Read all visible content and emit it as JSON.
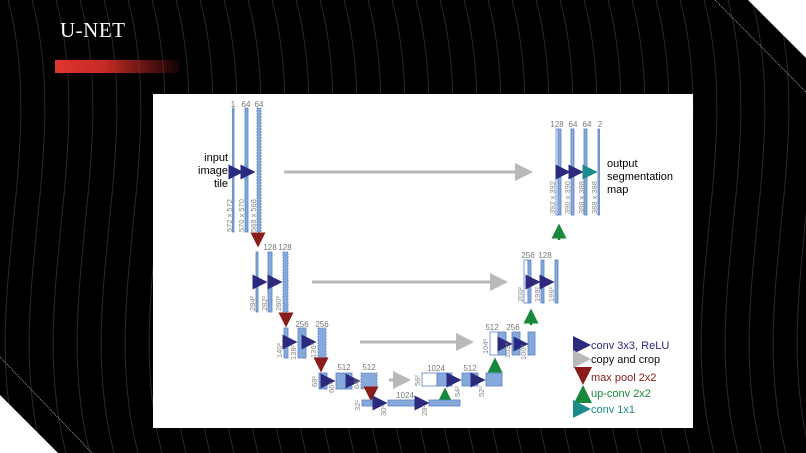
{
  "slide": {
    "title": "U-NET",
    "accent_color": "#e0352e"
  },
  "diagram": {
    "input_label": [
      "input",
      "image",
      "tile"
    ],
    "output_label": [
      "output",
      "segmentation",
      "map"
    ],
    "encoder": [
      {
        "channels": [
          "1",
          "64",
          "64"
        ],
        "sizes": [
          "572 x 572",
          "570 x 570",
          "568 x 568"
        ]
      },
      {
        "channels": [
          "128",
          "128"
        ],
        "sizes": [
          "284²",
          "282²",
          "280²"
        ]
      },
      {
        "channels": [
          "256",
          "256"
        ],
        "sizes": [
          "140²",
          "138²",
          "136²"
        ]
      },
      {
        "channels": [
          "512",
          "512"
        ],
        "sizes": [
          "68²",
          "66²",
          "64²"
        ]
      },
      {
        "channels": [
          "1024"
        ],
        "sizes": [
          "32²",
          "30²",
          "28²"
        ]
      }
    ],
    "decoder": [
      {
        "channels": [
          "1024",
          "512"
        ],
        "sizes": [
          "56²",
          "54²",
          "52²"
        ]
      },
      {
        "channels": [
          "512",
          "256"
        ],
        "sizes": [
          "104²",
          "102²",
          "100²"
        ]
      },
      {
        "channels": [
          "256",
          "128"
        ],
        "sizes": [
          "200²",
          "198²",
          "196²"
        ]
      },
      {
        "channels": [
          "128",
          "64",
          "64",
          "2"
        ],
        "sizes": [
          "392 x 392",
          "390 x 390",
          "388 x 388",
          "388 x 388"
        ]
      }
    ],
    "colors": {
      "feature_map": "#86a9dc",
      "feature_map_border": "#5b82c4",
      "conv": "#2b2a7c",
      "copy": "#b9b9b9",
      "pool": "#8b1c1c",
      "upconv": "#18883a",
      "conv1x1": "#1b8b8b"
    }
  },
  "legend": [
    {
      "icon": "arrow-right-icon",
      "label": "conv 3x3, ReLU",
      "color": "#2b2a7c"
    },
    {
      "icon": "arrow-right-icon",
      "label": "copy and crop",
      "color": "#111111"
    },
    {
      "icon": "arrow-down-icon",
      "label": "max pool 2x2",
      "color": "#8b1c1c"
    },
    {
      "icon": "arrow-up-icon",
      "label": "up-conv 2x2",
      "color": "#18883a"
    },
    {
      "icon": "arrow-right-icon",
      "label": "conv 1x1",
      "color": "#1b8b8b"
    }
  ]
}
